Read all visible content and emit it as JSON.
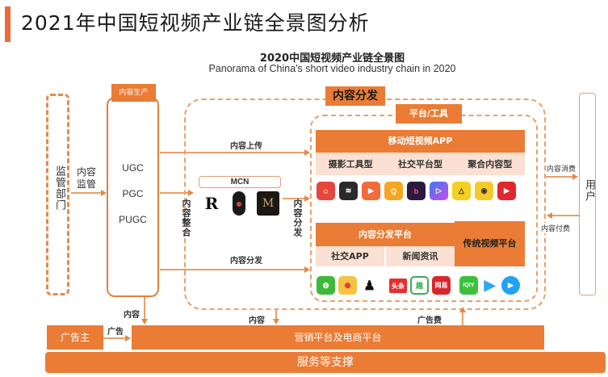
{
  "header": {
    "title": "2021年中国短视频产业链全景图分析",
    "accent_color": "#ec6a3c"
  },
  "diagram": {
    "title_cn": "2020中国短视频产业链全景图",
    "title_en": "Panorama of China's short video industry chain in 2020",
    "regulator": {
      "label": "监管部门",
      "arrow_label": "内容监管"
    },
    "production": {
      "tag": "内容生产",
      "items": [
        "UGC",
        "PGC",
        "PUGC"
      ]
    },
    "flows": {
      "upload": "内容上传",
      "integrate": "内容整合",
      "mcn_distribute": "内容分发",
      "distribute": "内容分发",
      "content_down_left": "内容",
      "content_down_mid": "内容",
      "ad_fee": "广告费",
      "ad": "广告",
      "consume": "内容消费",
      "pay": "内容付费"
    },
    "mcn": {
      "label": "MCN",
      "logos": [
        "mcn-logo-r-icon",
        "mcn-logo-ink-icon",
        "mcn-logo-m-icon"
      ]
    },
    "distribution": {
      "tag": "内容分发",
      "platform_tag": "平台/工具",
      "mobile_app": {
        "header": "移动短视频APP",
        "categories": [
          "摄影工具型",
          "社交平台型",
          "聚合内容型"
        ],
        "icons": [
          {
            "name": "monkey-app-icon",
            "color": "#e8453c"
          },
          {
            "name": "dark-stripe-app-icon",
            "color": "#2a2a2a"
          },
          {
            "name": "video-camera-app-icon",
            "color": "#f26b3a"
          },
          {
            "name": "qc-app-icon",
            "color": "#f5a623"
          },
          {
            "name": "b-music-app-icon",
            "color": "#2b1a3a"
          },
          {
            "name": "play-gradient-app-icon",
            "color": "#7b4de8"
          },
          {
            "name": "pear-app-icon",
            "color": "#f5d020"
          },
          {
            "name": "lens-app-icon",
            "color": "#f6c92a"
          },
          {
            "name": "red-play-app-icon",
            "color": "#e0282e"
          }
        ]
      },
      "content_platform": {
        "header": "内容分发平台",
        "categories": [
          "社交APP",
          "新闻资讯"
        ],
        "icons": [
          {
            "name": "wechat-icon",
            "color": "#3fb83c"
          },
          {
            "name": "weibo-icon",
            "color": "#f5c342"
          },
          {
            "name": "qq-penguin-icon",
            "color": "#1a1a1a"
          },
          {
            "name": "toutiao-icon",
            "color": "#e5302e",
            "text": "头条"
          },
          {
            "name": "qutoutiao-icon",
            "color": "#3aae55",
            "text": "趣"
          },
          {
            "name": "netease-news-icon",
            "color": "#d8262c",
            "text": "网易"
          }
        ]
      },
      "traditional": {
        "label": "传统视频平台",
        "icons": [
          {
            "name": "iqiyi-icon",
            "color": "#3cc03c",
            "text": "iQIY"
          },
          {
            "name": "tencent-video-icon",
            "color": "#2fa8f0"
          },
          {
            "name": "youku-icon",
            "color": "#1fa3f2"
          }
        ]
      }
    },
    "user": {
      "label": "用户"
    },
    "advertiser": {
      "label": "广告主"
    },
    "marketing": {
      "label": "营销平台及电商平台"
    },
    "support": {
      "label": "服务等支撑"
    }
  }
}
